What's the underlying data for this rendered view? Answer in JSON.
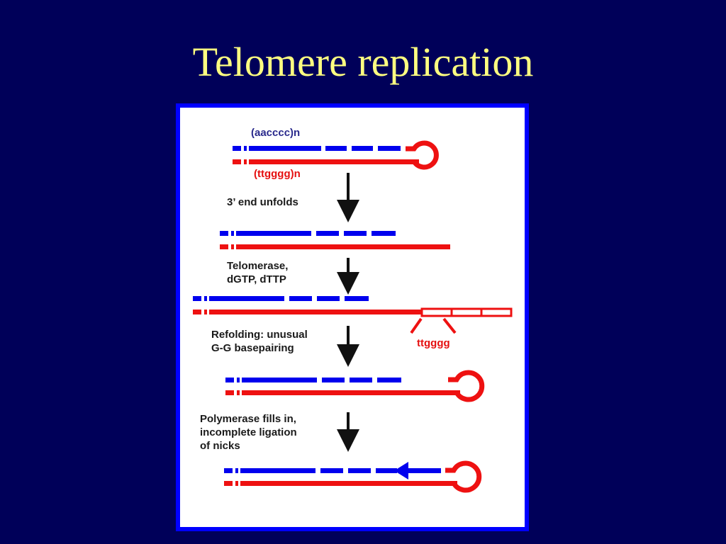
{
  "slide": {
    "title": "Telomere replication",
    "background": "#000059",
    "title_color": "#ffff80"
  },
  "figure": {
    "frame_color": "#0000ff",
    "strand_colors": {
      "top": "#0000ee",
      "bottom": "#ee1111"
    },
    "labels": {
      "top_repeat": "(aacccc)n",
      "bottom_repeat": "(ttgggg)n",
      "unfold_line1": "3’ end unfolds",
      "telomerase_line1": "Telomerase,",
      "telomerase_line2": "dGTP, dTTP",
      "refold_line1": "Refolding: unusual",
      "refold_line2": "G-G basepairing",
      "new_repeat": "ttgggg",
      "polymerase_line1": "Polymerase fills in,",
      "polymerase_line2": "incomplete ligation",
      "polymerase_line3": "of nicks"
    }
  }
}
